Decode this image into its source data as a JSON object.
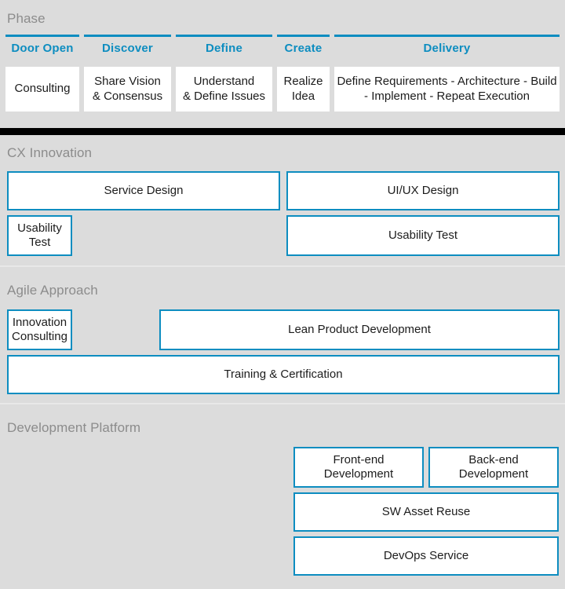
{
  "theme": {
    "background": "#dcdcdc",
    "accent": "#0d8dc0",
    "title_color": "#8c8c8c",
    "divider_color": "#000000",
    "box_fill": "#ffffff",
    "text_color": "#1c1c1c"
  },
  "phase": {
    "title": "Phase",
    "columns": [
      {
        "header": "Door Open",
        "content": "Consulting"
      },
      {
        "header": "Discover",
        "content": "Share Vision\n& Consensus"
      },
      {
        "header": "Define",
        "content": "Understand\n& Define Issues"
      },
      {
        "header": "Create",
        "content": "Realize\nIdea"
      },
      {
        "header": "Delivery",
        "content": "Define Requirements - Architecture - Build - Implement - Repeat Execution"
      }
    ]
  },
  "cx_innovation": {
    "title": "CX Innovation",
    "boxes": [
      {
        "label": "Service Design"
      },
      {
        "label": "UI/UX Design"
      },
      {
        "label": "Usability\nTest"
      },
      {
        "label": "Usability Test"
      }
    ]
  },
  "agile_approach": {
    "title": "Agile Approach",
    "boxes": [
      {
        "label": "Innovation\nConsulting"
      },
      {
        "label": "Lean Product Development"
      },
      {
        "label": "Training & Certification"
      }
    ]
  },
  "development_platform": {
    "title": "Development Platform",
    "boxes": [
      {
        "label": "Front-end\nDevelopment"
      },
      {
        "label": "Back-end\nDevelopment"
      },
      {
        "label": "SW Asset Reuse"
      },
      {
        "label": "DevOps Service"
      }
    ]
  }
}
